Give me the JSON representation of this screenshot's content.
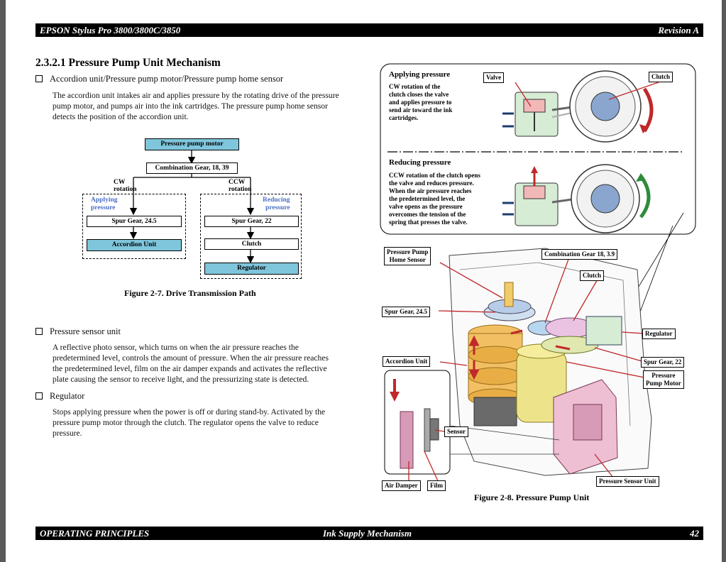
{
  "header": {
    "left": "EPSON Stylus Pro 3800/3800C/3850",
    "right": "Revision A"
  },
  "footer": {
    "left": "OPERATING PRINCIPLES",
    "center": "Ink Supply Mechanism",
    "right": "42"
  },
  "section": {
    "title": "2.3.2.1  Pressure Pump Unit Mechanism"
  },
  "items": [
    {
      "heading": "Accordion unit/Pressure pump motor/Pressure pump home sensor",
      "lines": [
        "The accordion unit intakes air and applies pressure by the rotating drive of the pressure",
        "pump motor, and pumps air into the ink cartridges. The pressure pump home sensor",
        "detects the position of the accordion unit."
      ]
    },
    {
      "heading": "Pressure sensor unit",
      "lines": [
        "A reflective photo sensor, which turns on when the air pressure reaches the",
        "predetermined level, controls the amount of pressure. When the air pressure reaches",
        "the predetermined level, film on the air damper expands and activates the reflective",
        "plate causing the sensor to receive light, and the pressurizing state is detected."
      ]
    },
    {
      "heading": "Regulator",
      "lines": [
        "Stops applying pressure when the power is off or during stand-by. Activated by the",
        "pressure pump motor through the clutch. The regulator opens the valve to reduce",
        "pressure."
      ]
    }
  ],
  "fig27": {
    "caption": "Figure 2-7.  Drive Transmission Path",
    "motor": "Pressure pump motor",
    "combo": "Combination Gear, 18, 39",
    "cw": "CW rotation",
    "ccw": "CCW rotation",
    "applying": [
      "Applying",
      "pressure"
    ],
    "reducing": [
      "Reducing",
      "pressure"
    ],
    "spur_left": "Spur Gear, 24.5",
    "accordion": "Accordion Unit",
    "spur_right": "Spur Gear, 22",
    "clutch": "Clutch",
    "regulator": "Regulator"
  },
  "fig28": {
    "caption": "Figure 2-8.  Pressure Pump Unit",
    "applying_title": "Applying pressure",
    "applying_text": [
      "CW rotation of the",
      "clutch closes the valve",
      "and applies pressure to",
      "send air toward the ink",
      "cartridges."
    ],
    "reducing_title": "Reducing pressure",
    "reducing_text": [
      "CCW rotation of the clutch opens",
      "the valve and reduces pressure.",
      "When the air pressure reaches",
      "the predetermined level, the",
      "valve opens as the pressure",
      "overcomes the tension of the",
      "spring that presses the valve."
    ],
    "labels": {
      "valve": "Valve",
      "clutch_top": "Clutch",
      "home_sensor": [
        "Pressure Pump",
        "Home Sensor"
      ],
      "combo": "Combination Gear 18, 3.9",
      "clutch": "Clutch",
      "spur_245": "Spur Gear, 24.5",
      "regulator": "Regulator",
      "accordion": "Accordion Unit",
      "spur_22": "Spur Gear, 22",
      "motor": [
        "Pressure",
        "Pump Motor"
      ],
      "sensor": "Sensor",
      "pressure_sensor": "Pressure Sensor Unit",
      "air_damper": "Air Damper",
      "film": "Film"
    }
  }
}
